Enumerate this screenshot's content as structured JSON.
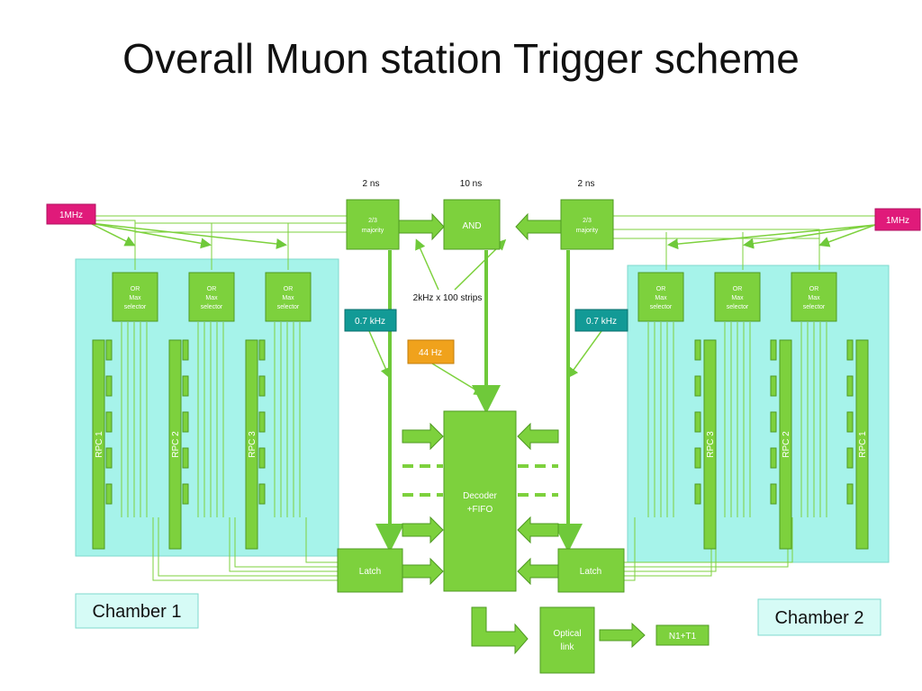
{
  "title": "Overall Muon station Trigger scheme",
  "timings": {
    "left": "2 ns",
    "center": "10 ns",
    "right": "2 ns"
  },
  "rates": {
    "left_input": "1MHz",
    "right_input": "1MHz",
    "left_kHz": "0.7 kHz",
    "right_kHz": "0.7 kHz",
    "center_hz": "44 Hz",
    "strips": "2kHz x 100 strips"
  },
  "majority": {
    "line1": "2/3",
    "line2": "majority"
  },
  "and_label": "AND",
  "or_selector": {
    "line1": "OR",
    "line2": "Max",
    "line3": "selector"
  },
  "rpc_left": [
    "RPC 1",
    "RPC 2",
    "RPC 3"
  ],
  "rpc_right": [
    "RPC 3",
    "RPC 2",
    "RPC 1"
  ],
  "latch": "Latch",
  "decoder": {
    "line1": "Decoder",
    "line2": "+FIFO"
  },
  "optical": {
    "line1": "Optical",
    "line2": "link"
  },
  "output": "N1+T1",
  "chambers": {
    "left": "Chamber 1",
    "right": "Chamber 2"
  },
  "colors": {
    "green_fill": "#7dd13d",
    "green_border": "#4f9a22",
    "cyan": "#a6f3ea",
    "teal": "#129a96",
    "orange": "#f0a21c",
    "magenta": "#e01a7a"
  }
}
